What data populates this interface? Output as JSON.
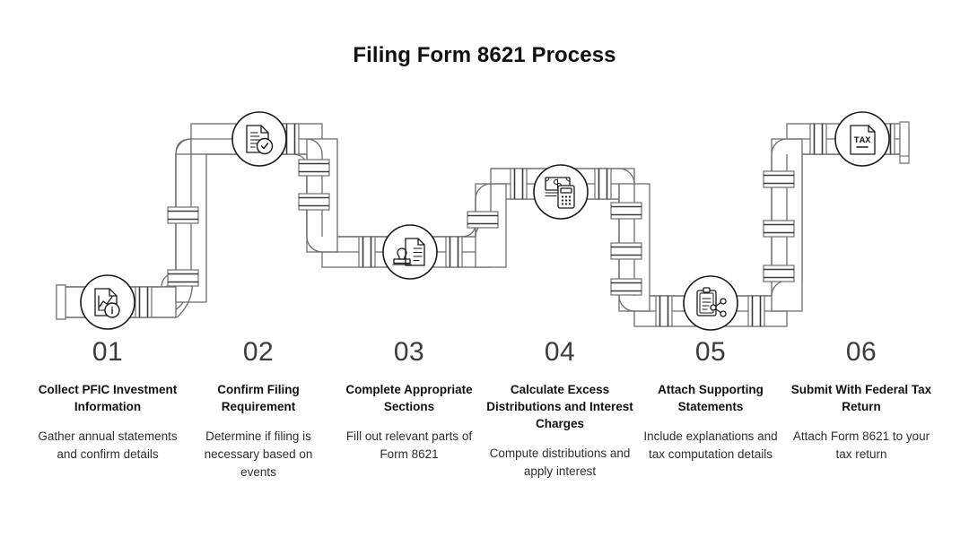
{
  "title": "Filing Form 8621 Process",
  "colors": {
    "background": "#ffffff",
    "pipe_outline": "#6e6e6e",
    "pipe_fill": "#ffffff",
    "joint_band": "#3a3a3a",
    "icon_stroke": "#1a1a1a",
    "number_text": "#3b3b3b",
    "heading_text": "#111111",
    "body_text": "#2f2f2f"
  },
  "steps": [
    {
      "number": "01",
      "heading": "Collect PFIC Investment Information",
      "description": "Gather annual statements and confirm details",
      "icon": "document-chart-info-icon"
    },
    {
      "number": "02",
      "heading": "Confirm Filing Requirement",
      "description": "Determine if filing is necessary based on events",
      "icon": "document-check-icon"
    },
    {
      "number": "03",
      "heading": "Complete Appropriate Sections",
      "description": "Fill out relevant parts of Form 8621",
      "icon": "document-stamp-icon"
    },
    {
      "number": "04",
      "heading": "Calculate Excess Distributions and Interest Charges",
      "description": "Compute distributions and apply interest",
      "icon": "money-calculator-icon"
    },
    {
      "number": "05",
      "heading": "Attach Supporting Statements",
      "description": "Include explanations and tax computation details",
      "icon": "clipboard-share-icon"
    },
    {
      "number": "06",
      "heading": "Submit With Federal Tax Return",
      "description": "Attach Form 8621 to your tax return",
      "icon": "tax-document-icon"
    }
  ],
  "icon_labels": {
    "tax_document_text": "TAX"
  }
}
